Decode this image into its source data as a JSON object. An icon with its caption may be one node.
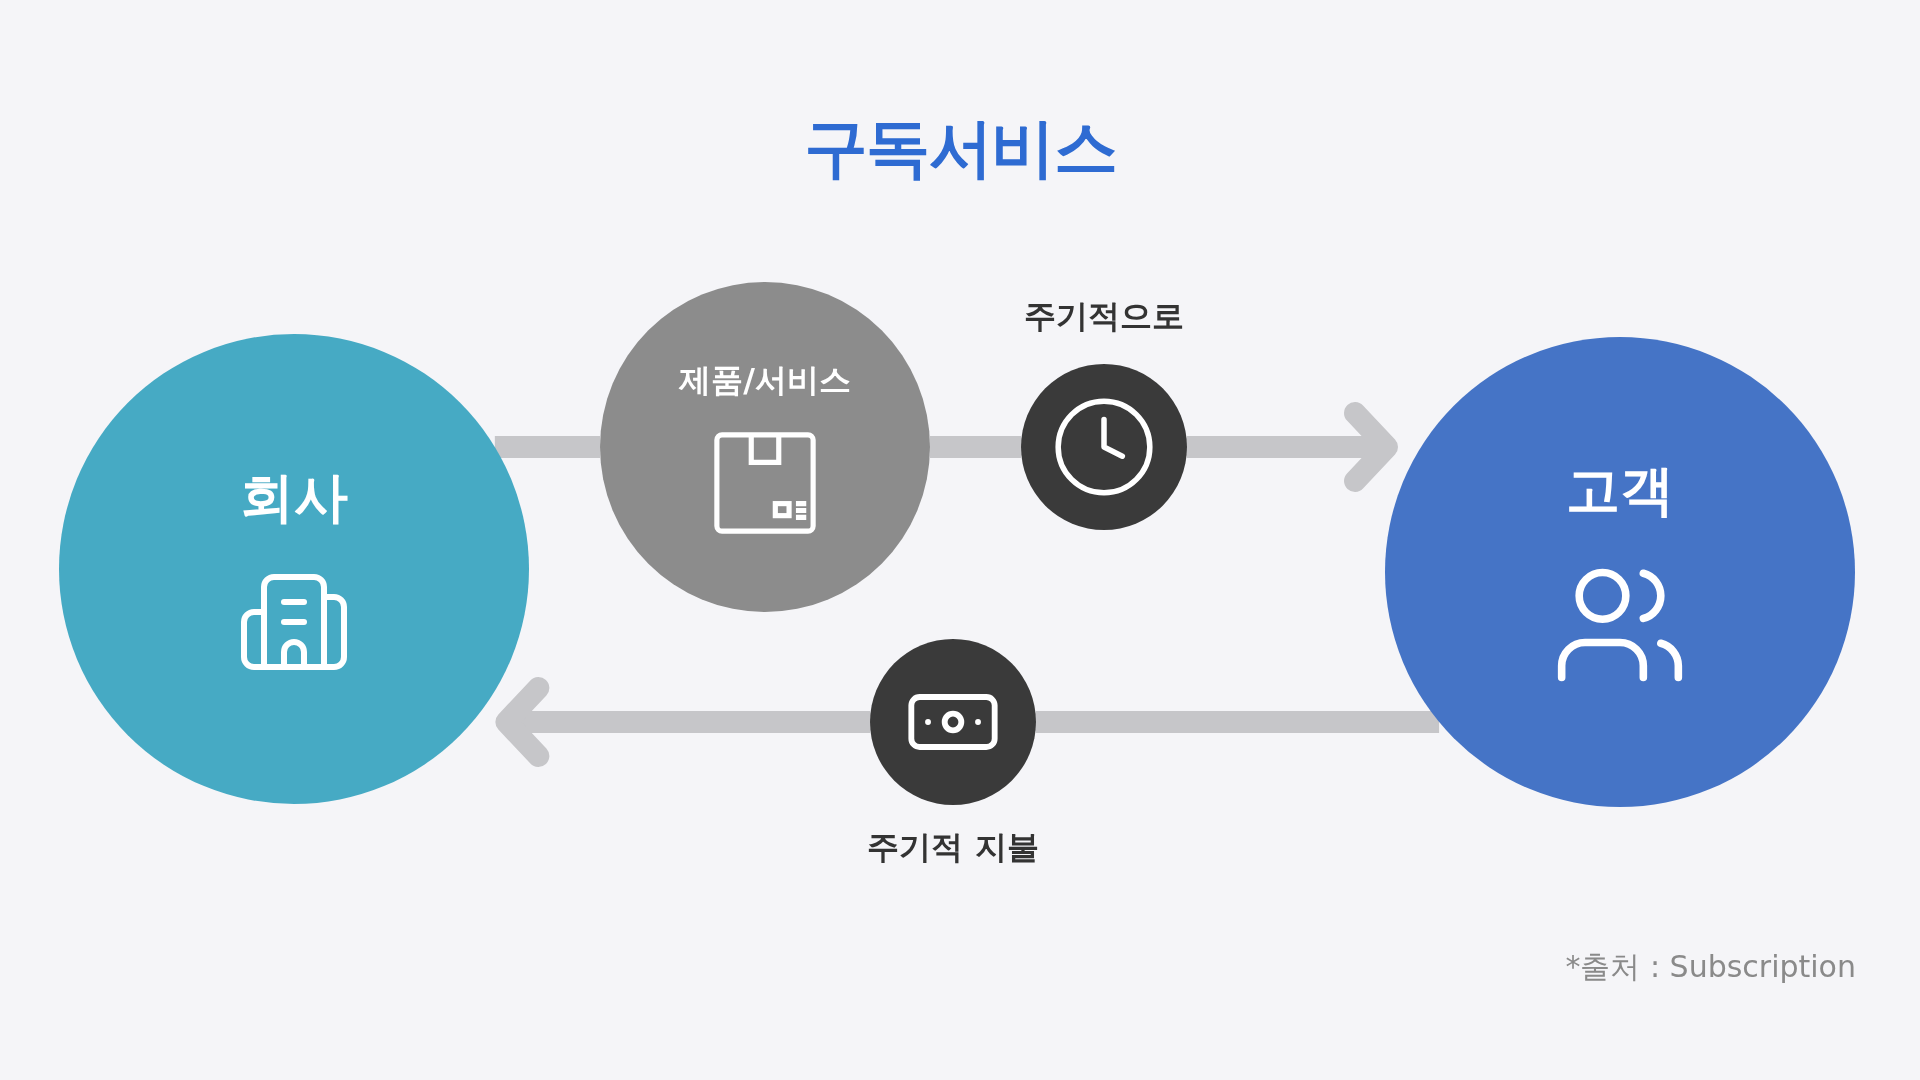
{
  "diagram": {
    "title": "구독서비스",
    "nodes": [
      {
        "text": [
          "회사"
        ]
      },
      {
        "text": [
          "제품/서비스"
        ]
      },
      {
        "text": [],
        "shape": "circle",
        "beside": [
          "주기적으로"
        ]
      },
      {
        "text": [
          "고객"
        ]
      },
      {
        "text": [],
        "shape": "circle",
        "beside": [
          "주기적 지불"
        ]
      }
    ],
    "edges": [
      {
        "from": 0,
        "to": 1,
        "arrow": "none"
      },
      {
        "from": 1,
        "to": 2,
        "arrow": "none"
      },
      {
        "from": 2,
        "to": 3,
        "arrow": "to"
      },
      {
        "from": 3,
        "to": 4,
        "arrow": "none"
      },
      {
        "from": 4,
        "to": 0,
        "arrow": "to"
      }
    ],
    "labels": [
      "*출처 : Subscription"
    ]
  }
}
